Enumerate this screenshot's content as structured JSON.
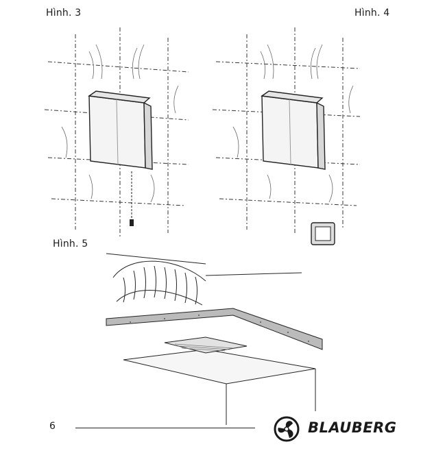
{
  "figures": {
    "fig3_label": "Hình. 3",
    "fig4_label": "Hình. 4",
    "fig5_label": "Hình. 5"
  },
  "footer": {
    "page_number": "6",
    "brand": "BLAUBERG"
  },
  "icons": {
    "logo": "fan-impeller-logo-icon"
  }
}
